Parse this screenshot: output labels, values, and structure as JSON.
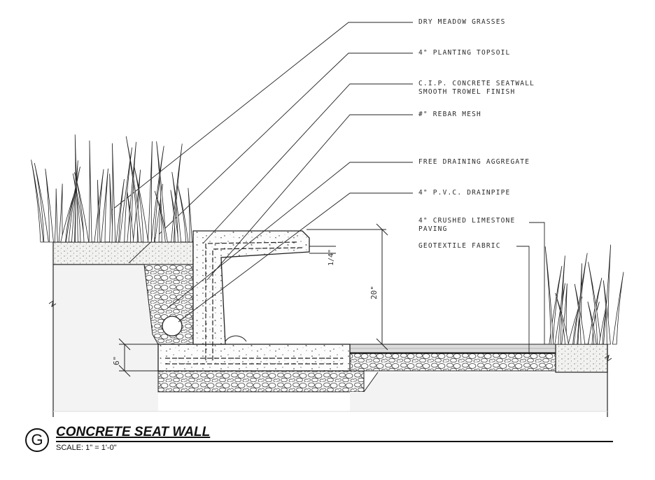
{
  "callouts": {
    "grasses": "DRY MEADOW GRASSES",
    "topsoil": "4\" PLANTING TOPSOIL",
    "seatwall_1": "C.I.P. CONCRETE SEATWALL",
    "seatwall_2": "SMOOTH TROWEL FINISH",
    "rebar": "#\" REBAR MESH",
    "aggregate": "FREE DRAINING AGGREGATE",
    "drainpipe": "4\" P.V.C. DRAINPIPE",
    "limestone_1": "4\" CRUSHED LIMESTONE",
    "limestone_2": "PAVING",
    "geotextile": "GEOTEXTILE FABRIC"
  },
  "dimensions": {
    "height": "20\"",
    "footing": "6\"",
    "cap": "1/4\""
  },
  "title": {
    "marker": "G",
    "name": "CONCRETE SEAT WALL",
    "scale": "SCALE: 1\" = 1'-0\""
  }
}
